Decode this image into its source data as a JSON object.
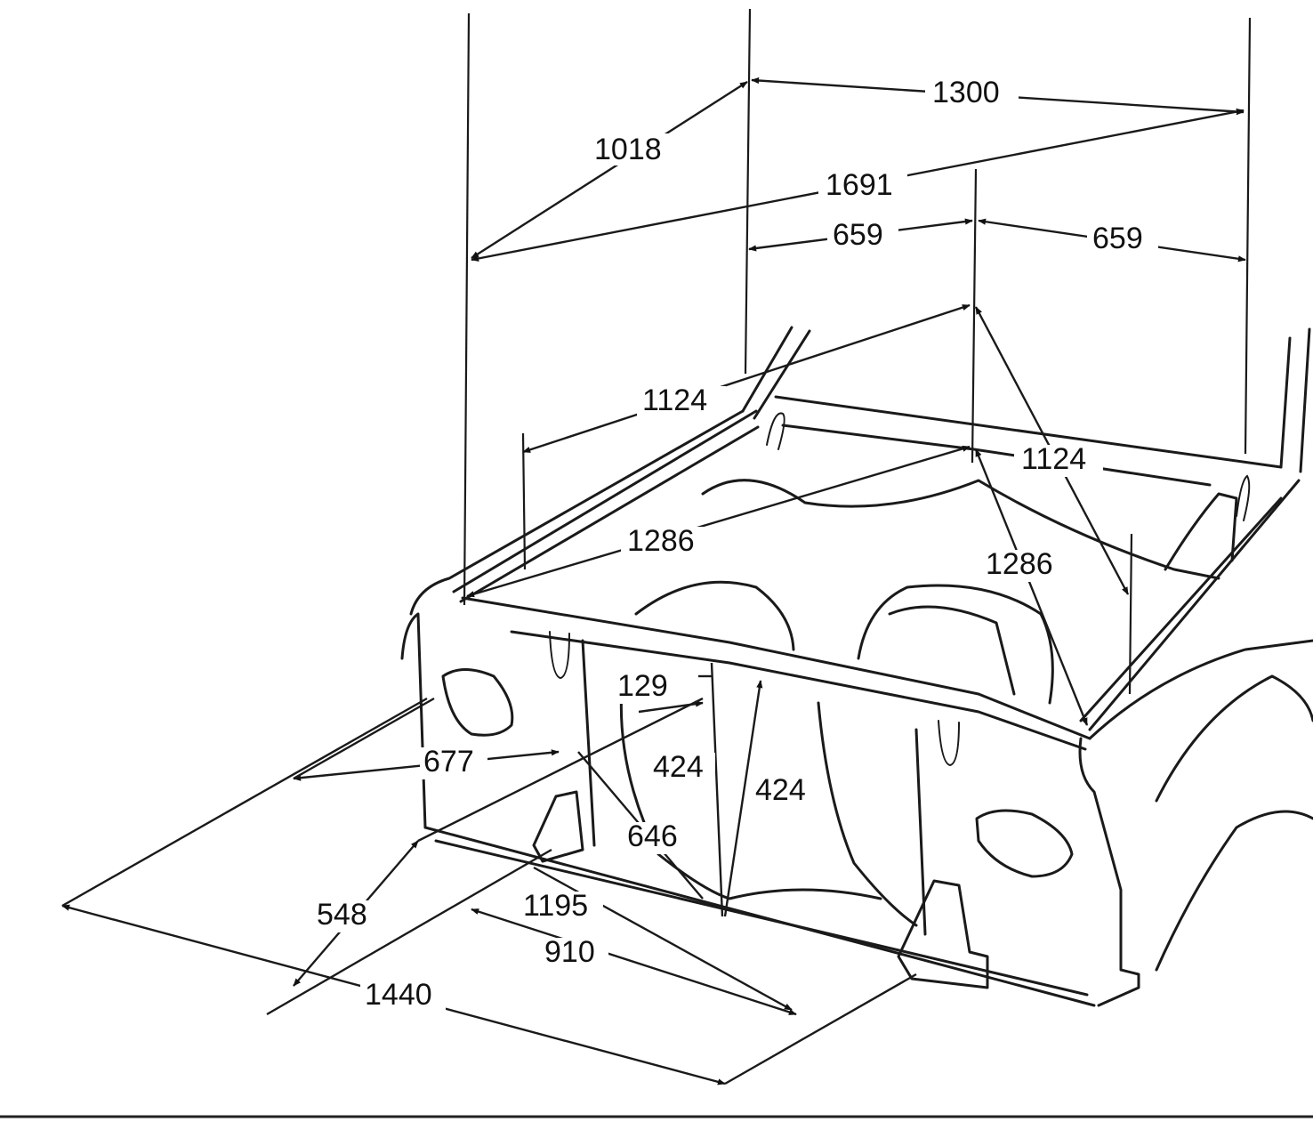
{
  "dimensions": {
    "d1018": "1018",
    "d1300": "1300",
    "d1691": "1691",
    "d659_left": "659",
    "d659_right": "659",
    "d1124_left": "1124",
    "d1124_right": "1124",
    "d1286_left": "1286",
    "d1286_right": "1286",
    "d129": "129",
    "d677": "677",
    "d424_left": "424",
    "d424_right": "424",
    "d646": "646",
    "d548": "548",
    "d1195": "1195",
    "d910": "910",
    "d1440": "1440"
  },
  "colors": {
    "ink": "#1a1a1a",
    "paper": "#ffffff"
  }
}
